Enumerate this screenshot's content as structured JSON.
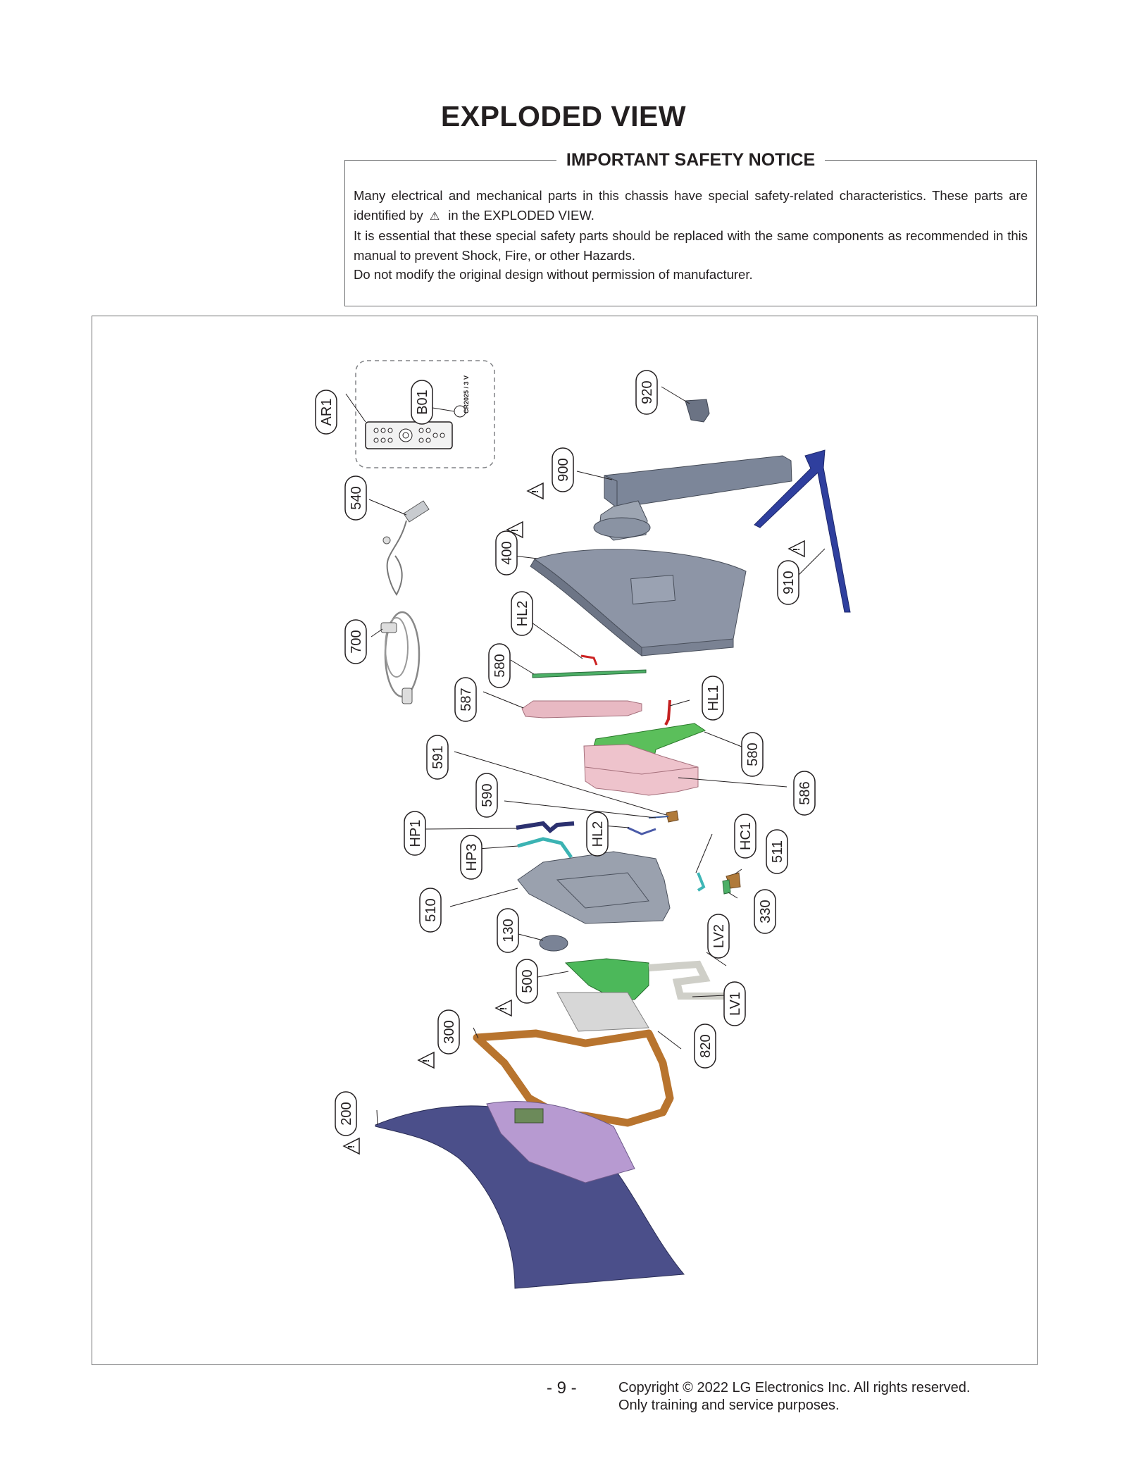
{
  "title": "EXPLODED VIEW",
  "notice": {
    "title": "IMPORTANT SAFETY NOTICE",
    "line1a": "Many electrical and mechanical parts in this chassis have special safety-related characteristics. These parts are identified by",
    "line1b": "in the EXPLODED VIEW.",
    "line2": "It is essential that these special safety parts should be replaced with the same components as recommended in this manual to prevent Shock, Fire, or other Hazards.",
    "line3": "Do not modify the original design without permission of manufacturer."
  },
  "diagram": {
    "battery_label": "CR2025 / 3 V",
    "parts": {
      "ar1": "AR1",
      "b01": "B01",
      "p920": "920",
      "p540": "540",
      "p900": "900",
      "p400": "400",
      "p910": "910",
      "p700": "700",
      "hl2a": "HL2",
      "p580a": "580",
      "p587": "587",
      "hl1": "HL1",
      "p580b": "580",
      "p591": "591",
      "p586": "586",
      "p590": "590",
      "hp1": "HP1",
      "hl2b": "HL2",
      "hc1": "HC1",
      "p511": "511",
      "hp3": "HP3",
      "p510": "510",
      "p330": "330",
      "p130": "130",
      "lv2": "LV2",
      "p500": "500",
      "lv1": "LV1",
      "p300": "300",
      "p820": "820",
      "p200": "200"
    },
    "warning_symbol": "!"
  },
  "footer": {
    "page": "- 9 -",
    "copyright1": "Copyright © 2022 LG Electronics Inc. All rights reserved.",
    "copyright2": "Only training and service purposes."
  }
}
